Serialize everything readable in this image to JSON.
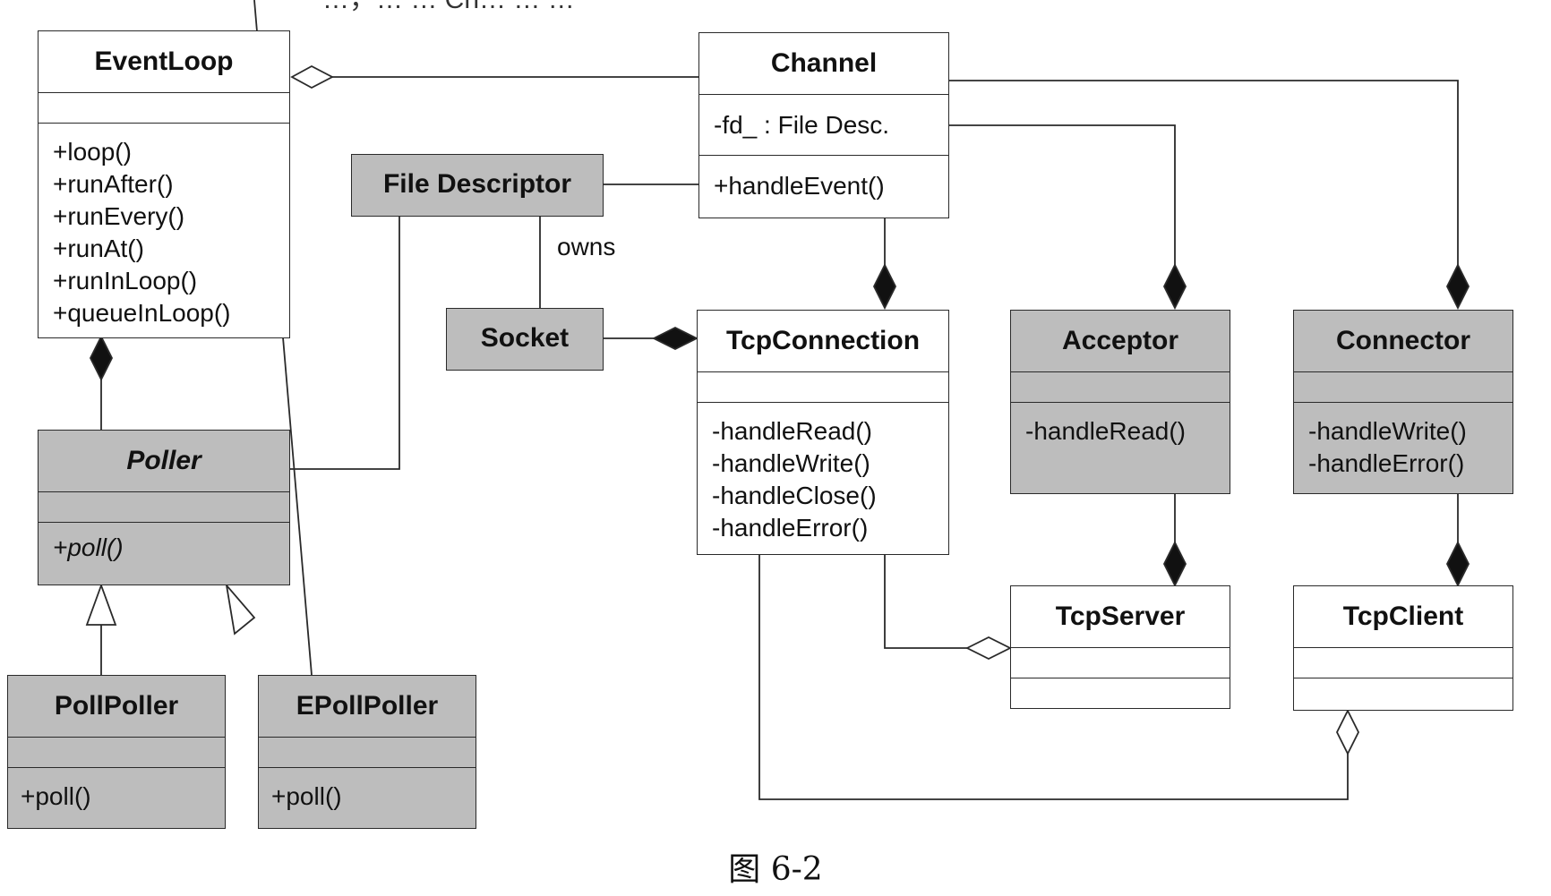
{
  "top_text": "…，… … Ch… … …",
  "caption": "图 6-2",
  "edge_labels": {
    "owns": "owns"
  },
  "colors": {
    "gray_fill": "#bdbdbd",
    "line": "#2a2a2a"
  },
  "classes": {
    "eventloop": {
      "name": "EventLoop",
      "attrs": [],
      "ops": [
        "+loop()",
        "+runAfter()",
        "+runEvery()",
        "+runAt()",
        "+runInLoop()",
        "+queueInLoop()"
      ]
    },
    "channel": {
      "name": "Channel",
      "attrs": [
        "-fd_ : File Desc."
      ],
      "ops": [
        "+handleEvent()"
      ]
    },
    "filedescriptor": {
      "name": "File Descriptor"
    },
    "socket": {
      "name": "Socket"
    },
    "tcpconnection": {
      "name": "TcpConnection",
      "attrs": [],
      "ops": [
        "-handleRead()",
        "-handleWrite()",
        "-handleClose()",
        "-handleError()"
      ]
    },
    "acceptor": {
      "name": "Acceptor",
      "attrs": [],
      "ops": [
        "-handleRead()"
      ]
    },
    "connector": {
      "name": "Connector",
      "attrs": [],
      "ops": [
        "-handleWrite()",
        "-handleError()"
      ]
    },
    "poller": {
      "name": "Poller",
      "attrs": [],
      "ops": [
        "+poll()"
      ]
    },
    "pollpoller": {
      "name": "PollPoller",
      "attrs": [],
      "ops": [
        "+poll()"
      ]
    },
    "epollpoller": {
      "name": "EPollPoller",
      "attrs": [],
      "ops": [
        "+poll()"
      ]
    },
    "tcpserver": {
      "name": "TcpServer",
      "attrs": [],
      "ops": []
    },
    "tcpclient": {
      "name": "TcpClient",
      "attrs": [],
      "ops": []
    }
  }
}
